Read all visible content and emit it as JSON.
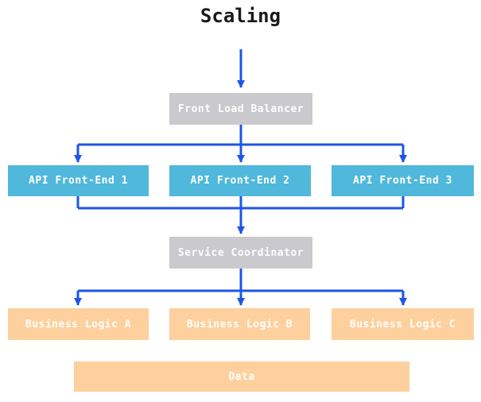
{
  "diagram": {
    "title": "Scaling",
    "nodes": {
      "front_load_balancer": {
        "label": "Front Load Balancer",
        "role": "load-balancer",
        "fill": "#cac9cd"
      },
      "api_front_end_1": {
        "label": "API Front-End 1",
        "role": "api-frontend",
        "fill": "#50b8db"
      },
      "api_front_end_2": {
        "label": "API Front-End 2",
        "role": "api-frontend",
        "fill": "#50b8db"
      },
      "api_front_end_3": {
        "label": "API Front-End 3",
        "role": "api-frontend",
        "fill": "#50b8db"
      },
      "service_coordinator": {
        "label": "Service Coordinator",
        "role": "coordinator",
        "fill": "#cac9cd"
      },
      "business_logic_a": {
        "label": "Business Logic A",
        "role": "business-logic",
        "fill": "#fdd09d"
      },
      "business_logic_b": {
        "label": "Business Logic B",
        "role": "business-logic",
        "fill": "#fdd09d"
      },
      "business_logic_c": {
        "label": "Business Logic C",
        "role": "business-logic",
        "fill": "#fdd09d"
      },
      "data": {
        "label": "Data",
        "role": "datastore",
        "fill": "#fdd09d"
      }
    },
    "edges": [
      {
        "from": "title",
        "to": "front_load_balancer"
      },
      {
        "from": "front_load_balancer",
        "to": "api_front_end_1"
      },
      {
        "from": "front_load_balancer",
        "to": "api_front_end_2"
      },
      {
        "from": "front_load_balancer",
        "to": "api_front_end_3"
      },
      {
        "from": "api_front_end_1",
        "to": "service_coordinator"
      },
      {
        "from": "api_front_end_2",
        "to": "service_coordinator"
      },
      {
        "from": "api_front_end_3",
        "to": "service_coordinator"
      },
      {
        "from": "service_coordinator",
        "to": "business_logic_a"
      },
      {
        "from": "service_coordinator",
        "to": "business_logic_b"
      },
      {
        "from": "service_coordinator",
        "to": "business_logic_c"
      }
    ],
    "colors": {
      "background": "#ffffff",
      "arrow": "#1e55e8",
      "gray_box": "#cac9cd",
      "blue_box": "#50b8db",
      "orange_box": "#fdd09d",
      "box_text": "#ffffff",
      "title_text": "#1a1a1a"
    }
  }
}
